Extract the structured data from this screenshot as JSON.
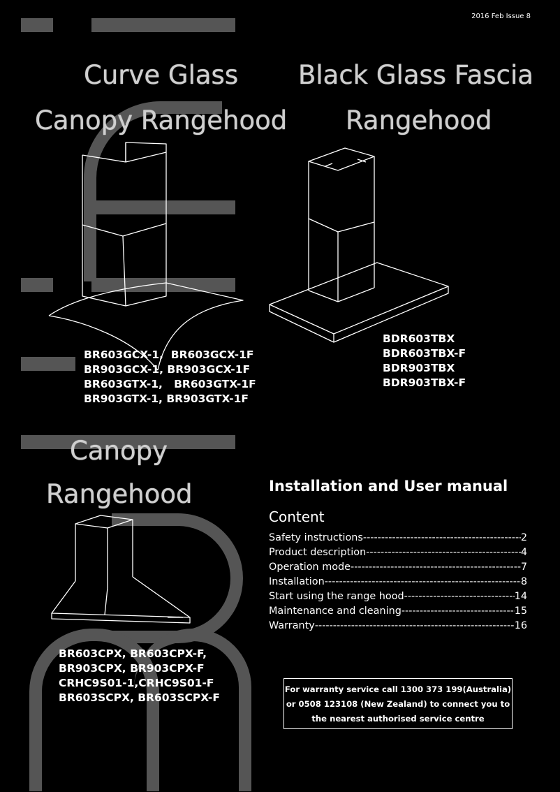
{
  "issue_label": "2016 Feb Issue 8",
  "sections": {
    "curve_glass": {
      "title_line1": "Curve Glass",
      "title_line2": "Canopy Rangehood",
      "models": "BR603GCX-1,  BR603GCX-1F\nBR903GCX-1, BR903GCX-1F\nBR603GTX-1,   BR603GTX-1F\nBR903GTX-1, BR903GTX-1F"
    },
    "black_glass": {
      "title_line1": "Black Glass Fascia",
      "title_line2": "Rangehood",
      "models": "BDR603TBX\nBDR603TBX-F\nBDR903TBX\nBDR903TBX-F"
    },
    "canopy": {
      "title_line1": "Canopy",
      "title_line2": "Rangehood",
      "models": "BR603CPX, BR603CPX-F,\nBR903CPX, BR903CPX-F\nCRHC9S01-1,CRHC9S01-F\nBR603SCPX, BR603SCPX-F"
    }
  },
  "manual_title": "Installation and User manual",
  "content_title": "Content",
  "toc": [
    {
      "label": "Safety instructions",
      "page": "2"
    },
    {
      "label": "Product description",
      "page": "4"
    },
    {
      "label": "Operation mode",
      "page": "7"
    },
    {
      "label": "Installation",
      "page": "8"
    },
    {
      "label": "Start using the range hood",
      "page": "14"
    },
    {
      "label": "Maintenance and cleaning",
      "page": "15"
    },
    {
      "label": "Warranty",
      "page": "16"
    }
  ],
  "warranty_notice": {
    "line1": "For warranty service call 1300 373 199(Australia)",
    "line2": "or 0508 123108 (New Zealand) to connect you to",
    "line3": "the nearest authorised service centre"
  },
  "colors": {
    "background": "#000000",
    "decor_grey": "#555555",
    "heading_grey": "#cfcfcf",
    "text": "#ffffff"
  }
}
